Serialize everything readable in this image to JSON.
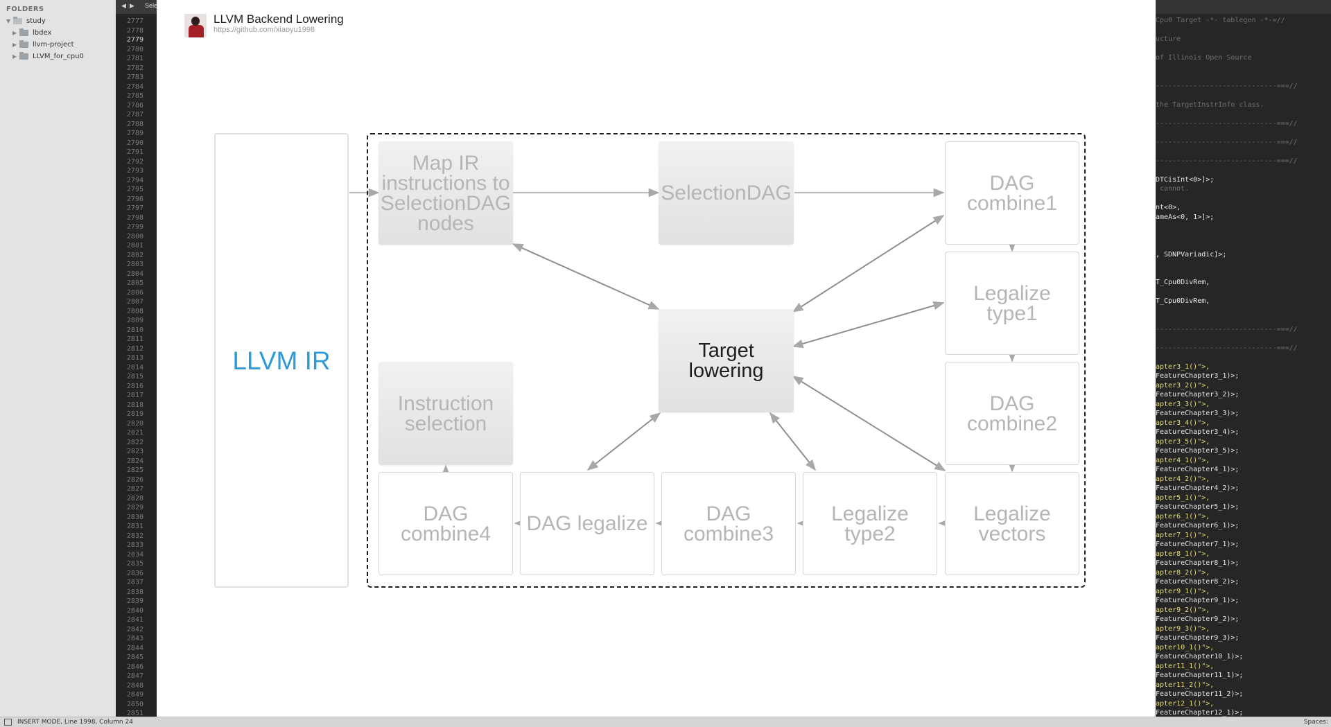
{
  "sidebar": {
    "title": "FOLDERS",
    "items": [
      {
        "label": "study",
        "expanded": true
      },
      {
        "label": "lbdex",
        "expanded": false
      },
      {
        "label": "llvm-project",
        "expanded": false
      },
      {
        "label": "LLVM_for_cpu0",
        "expanded": false
      }
    ]
  },
  "editor": {
    "tab_label": "Sele",
    "line_start": 2777,
    "line_end": 2851,
    "active_line": 2779
  },
  "slide": {
    "title": "LLVM Backend Lowering",
    "url": "https://github.com/xiaoyu1998"
  },
  "diagram": {
    "llvm_ir": "LLVM IR",
    "map_ir": "Map IR instructions to SelectionDAG nodes",
    "selection_dag": "SelectionDAG",
    "dag_combine1": "DAG combine1",
    "legalize_type1": "Legalize type1",
    "target_lowering": "Target lowering",
    "instruction_selection": "Instruction selection",
    "dag_combine2": "DAG combine2",
    "dag_combine4": "DAG combine4",
    "dag_legalize": "DAG legalize",
    "dag_combine3": "DAG combine3",
    "legalize_type2": "Legalize type2",
    "legalize_vectors": "Legalize vectors"
  },
  "right_code": [
    "Cpu0 Target -*- tablegen -*-=//",
    "",
    "ucture",
    "",
    "of Illinois Open Source",
    "",
    "",
    "-----------------------------===//",
    "",
    "the TargetInstrInfo class.",
    "",
    "-----------------------------===//",
    "",
    "-----------------------------===//",
    "",
    "-----------------------------===//",
    "",
    "DTCisInt<0>]>;",
    " cannot.",
    "",
    "nt<0>,",
    "ameAs<0, 1>]>;",
    "",
    "",
    "",
    ", SDNPVariadic]>;",
    "",
    "",
    "T_Cpu0DivRem,",
    "",
    "T_Cpu0DivRem,",
    "",
    "",
    "-----------------------------===//",
    "",
    "-----------------------------===//",
    "",
    "apter3_1()\">,",
    "FeatureChapter3_1)>;",
    "apter3_2()\">,",
    "FeatureChapter3_2)>;",
    "apter3_3()\">,",
    "FeatureChapter3_3)>;",
    "apter3_4()\">,",
    "FeatureChapter3_4)>;",
    "apter3_5()\">,",
    "FeatureChapter3_5)>;",
    "apter4_1()\">,",
    "FeatureChapter4_1)>;",
    "apter4_2()\">,",
    "FeatureChapter4_2)>;",
    "apter5_1()\">,",
    "FeatureChapter5_1)>;",
    "apter6_1()\">,",
    "FeatureChapter6_1)>;",
    "apter7_1()\">,",
    "FeatureChapter7_1)>;",
    "apter8_1()\">,",
    "FeatureChapter8_1)>;",
    "apter8_2()\">,",
    "FeatureChapter8_2)>;",
    "apter9_1()\">,",
    "FeatureChapter9_1)>;",
    "apter9_2()\">,",
    "FeatureChapter9_2)>;",
    "apter9_3()\">,",
    "FeatureChapter9_3)>;",
    "apter10_1()\">,",
    "FeatureChapter10_1)>;",
    "apter11_1()\">,",
    "FeatureChapter11_1)>;",
    "apter11_2()\">,",
    "FeatureChapter11_2)>;",
    "apter12_1()\">,",
    "FeatureChapter12_1)>;"
  ],
  "status": {
    "text": "INSERT MODE, Line 1998, Column 24",
    "right": "Spaces:"
  }
}
